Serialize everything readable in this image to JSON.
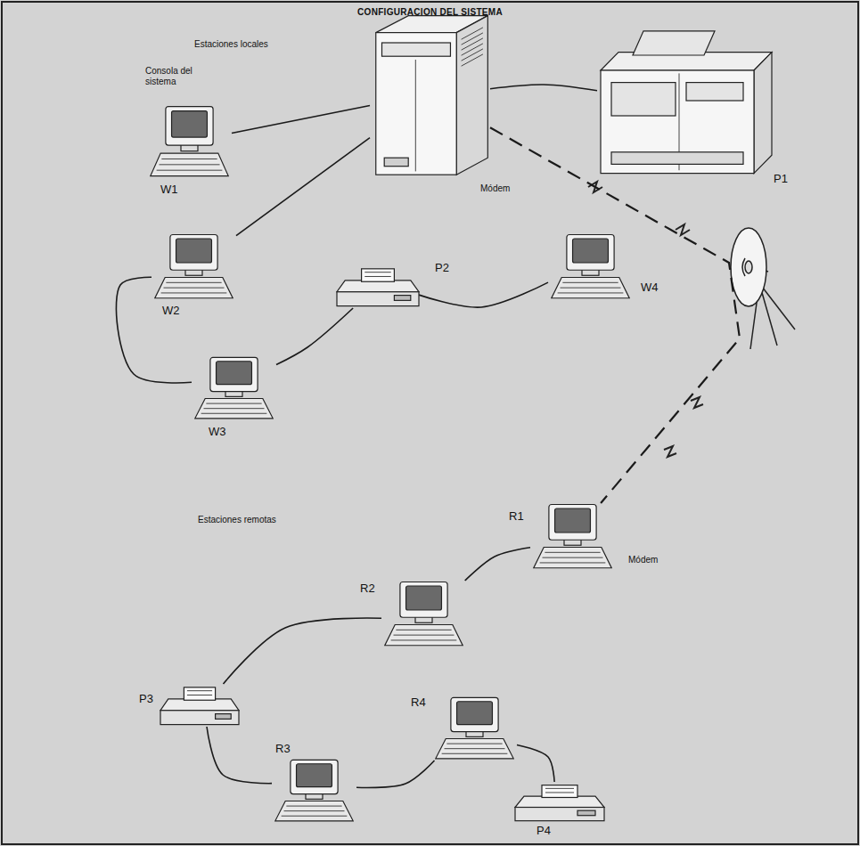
{
  "diagram": {
    "title": "CONFIGURACION DEL SISTEMA",
    "nodes": [
      {
        "text": [
          "Módem"
        ]
      },
      {
        "text": [
          "P1"
        ]
      },
      {
        "text": [
          "Consola del sistema",
          "W1"
        ]
      },
      {
        "text": [
          "W2"
        ]
      },
      {
        "text": [
          "P2"
        ]
      },
      {
        "text": [
          "W4"
        ]
      },
      {
        "text": [
          "W3"
        ]
      },
      {
        "text": [
          "R1",
          "Módem"
        ]
      },
      {
        "text": [
          "R2"
        ]
      },
      {
        "text": [
          "P3"
        ]
      },
      {
        "text": [
          "R4"
        ]
      },
      {
        "text": [
          "R3"
        ]
      },
      {
        "text": [
          "P4"
        ]
      }
    ],
    "edges": [
      {
        "from": 2,
        "to": 0,
        "arrow": "none"
      },
      {
        "from": 3,
        "to": 0,
        "arrow": "none"
      },
      {
        "from": 0,
        "to": 1,
        "arrow": "none"
      },
      {
        "from": 0,
        "to": 7,
        "arrow": "none"
      },
      {
        "from": 3,
        "to": 6,
        "arrow": "none"
      },
      {
        "from": 6,
        "to": 4,
        "arrow": "none"
      },
      {
        "from": 4,
        "to": 5,
        "arrow": "none"
      },
      {
        "from": 7,
        "to": 8,
        "arrow": "none"
      },
      {
        "from": 8,
        "to": 9,
        "arrow": "none"
      },
      {
        "from": 9,
        "to": 11,
        "arrow": "none"
      },
      {
        "from": 11,
        "to": 10,
        "arrow": "none"
      },
      {
        "from": 10,
        "to": 12,
        "arrow": "none"
      }
    ],
    "labels": [
      "Estaciones locales",
      "Estaciones remotas"
    ]
  }
}
